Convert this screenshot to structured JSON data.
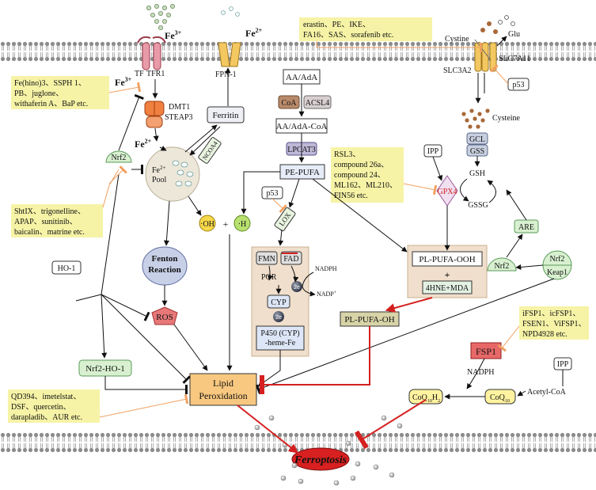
{
  "diagram": {
    "ion_fe3_top": "Fe",
    "ion_fe3_top_sup": "3+",
    "ion_fe2_top": "Fe",
    "ion_fe2_top_sup": "2+",
    "ion_fe3_left": "Fe",
    "ion_fe3_left_sup": "3+",
    "ion_fe2_mid": "Fe",
    "ion_fe2_mid_sup": "2+",
    "tf": "TF",
    "tfr1": "TFR1",
    "fpn1": "FPN-1",
    "dmt1": "DMT1",
    "steap3": "STEAP3",
    "ferritin": "Ferritin",
    "ncoa4": "NCOA4",
    "fe_pool_line1": "Fe",
    "fe_pool_sup": "2+",
    "fe_pool_line2": "Pool",
    "nrf2_left": "Nrf2",
    "ho1": "HO-1",
    "nrf2_ho1": "Nrf2-HO-1",
    "fenton_line1": "Fenton",
    "fenton_line2": "Reaction",
    "ros": "ROS",
    "oh_radical": "·OH",
    "plus1": "+",
    "h_radical": "·H",
    "aa_ada": "AA/AdA",
    "coa": "CoA",
    "acsl4": "ACSL4",
    "aa_ada_coa": "AA/AdA-CoA",
    "lpcat3": "LPCAT3",
    "pe_pufa": "PE-PUFA",
    "p53_left": "p53",
    "lox": "LOX",
    "fmn": "FMN",
    "fad": "FAD",
    "por": "POR",
    "nadph_por": "NADPH",
    "nadp": "NADP",
    "nadp_sup": "+",
    "e2_a": "2e",
    "e2_b": "2e",
    "cyp": "CYP",
    "p450_line1": "P450 (CYP)",
    "p450_line2": "-heme-Fe",
    "pl_pufa_ooh": "PL-PUFA-OOH",
    "plus2": "+",
    "hne_mda": "4HNE+MDA",
    "pl_pufa_oh": "PL-PUFA-OH",
    "lipid_line1": "Lipid",
    "lipid_line2": "Peroxidation",
    "ferroptosis": "Ferroptosis",
    "cystine": "Cystine",
    "glu": "Glu",
    "slc7a11": "SLC7A11",
    "slc3a2": "SLC3A2",
    "p53_right": "p53",
    "cysteine": "Cysteine",
    "gcl": "GCL",
    "gss": "GSS",
    "gsh": "GSH",
    "gssg": "GSSG",
    "ipp_gpx": "IPP",
    "gpx4": "GPX4",
    "are": "ARE",
    "nrf2_right": "Nrf2",
    "nrf2_keap": "Nrf2",
    "keap1": "Keap1",
    "fsp1": "FSP1",
    "nadph_fsp1": "NADPH",
    "ipp_coq": "IPP",
    "acetyl_coa": "Acetyl-CoA",
    "coq10h2": "CoQ",
    "coq10h2_sub": "10",
    "coq10h2_h": "H",
    "coq10h2_sub2": "2",
    "coq10": "CoQ",
    "coq10_sub": "10"
  },
  "notes": {
    "erastin": [
      "erastin、PE、IKE、",
      "FA16、SAS、sorafenib etc."
    ],
    "fehino": [
      "Fe(hino)3、SSPH 1、",
      "PB、juglone、",
      "withaferin A、BaP etc."
    ],
    "rsl3": [
      "RSL3、",
      "compound 26a、",
      "compound 24、",
      "ML162、ML210、",
      "FIN56 etc."
    ],
    "shtix": [
      "ShtIX、trigonelline、",
      "APAP、sunitinib、",
      "baicalin、matrine etc."
    ],
    "ifsp1": [
      "iFSP1、icFSP1、",
      "FSEN1、ViFSP1、",
      "NPD4928 etc."
    ],
    "qd394": [
      "QD394、imetelstat、",
      "DSF、quercetin、",
      "darapladib、AUR etc."
    ]
  },
  "colors": {
    "membrane": "#9a9a9a",
    "note_bg": "#f6f3a6",
    "inhibit_orange": "#f0a060",
    "red_arrow": "#d52020",
    "box_beige": "#f0dfcc",
    "nrf2_green": "#d8f0d0",
    "lipid_box": "#f8c880",
    "ferroptosis_red": "#d82020"
  }
}
